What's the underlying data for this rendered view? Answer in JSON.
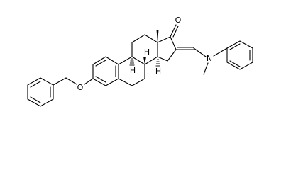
{
  "molecule": {
    "atom_labels": {
      "oxygen_ketone": "O",
      "oxygen_ether": "O",
      "nitrogen": "N",
      "h_c9": "H",
      "h_c8": "H",
      "h_c14": "H"
    }
  }
}
